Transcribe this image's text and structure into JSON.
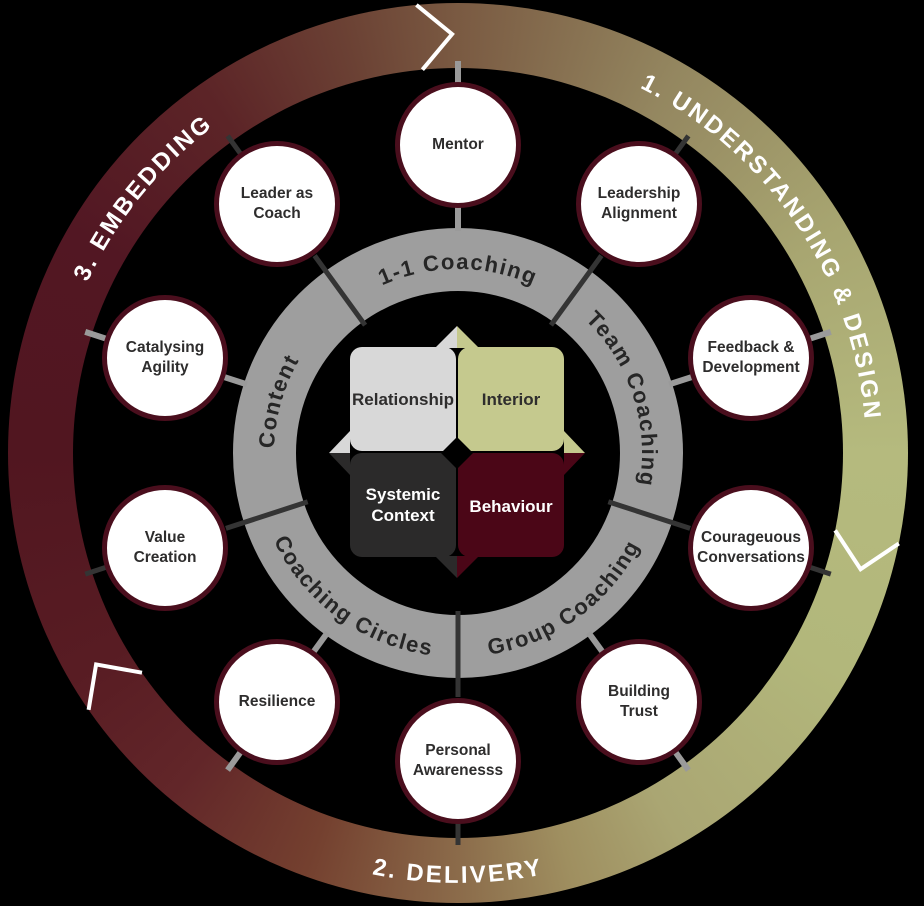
{
  "outer_ring": {
    "labels": [
      {
        "label": "1. UNDERSTANDING & DESIGN"
      },
      {
        "label": "2. DELIVERY"
      },
      {
        "label": "3. EMBEDDING"
      }
    ],
    "text_color": "#ffffff",
    "chevron_color": "#ffffff",
    "gradient_colors": {
      "olive": "#b5ba7e",
      "khaki_tan": "#8b6b4a",
      "maroon": "#511620",
      "brown": "#7a5a42"
    }
  },
  "inner_ring": {
    "color": "#9e9e9e",
    "text_color": "#262626",
    "segments": [
      {
        "label": "1-1 Coaching"
      },
      {
        "label": "Team Coaching"
      },
      {
        "label": "Group Coaching"
      },
      {
        "label": "Coaching Circles"
      },
      {
        "label": "Content"
      }
    ]
  },
  "nodes": [
    {
      "line1": "Mentor",
      "line2": ""
    },
    {
      "line1": "Leadership",
      "line2": "Alignment"
    },
    {
      "line1": "Feedback &",
      "line2": "Development"
    },
    {
      "line1": "Courageuous",
      "line2": "Conversations"
    },
    {
      "line1": "Building",
      "line2": "Trust"
    },
    {
      "line1": "Personal",
      "line2": "Awarenesss"
    },
    {
      "line1": "Resilience",
      "line2": ""
    },
    {
      "line1": "Value",
      "line2": "Creation"
    },
    {
      "line1": "Catalysing",
      "line2": "Agility"
    },
    {
      "line1": "Leader as",
      "line2": "Coach"
    }
  ],
  "node_style": {
    "fill": "#ffffff",
    "border": "#4a0e1d",
    "text_color": "#2e2d2d"
  },
  "connector_colors": {
    "boundary": "#343434",
    "midpoint": "#9a9a9a"
  },
  "quadrants": [
    {
      "label": "Relationship",
      "color": "#d8d8d8",
      "text_color": "#2e2d2d"
    },
    {
      "label": "Interior",
      "color": "#c5c98e",
      "text_color": "#2e2d2d"
    },
    {
      "line1": "Systemic",
      "line2": "Context",
      "color": "#2b2a2a",
      "text_color": "#ffffff"
    },
    {
      "label": "Behaviour",
      "color": "#4b0617",
      "text_color": "#ffffff"
    }
  ],
  "background": "#000000"
}
